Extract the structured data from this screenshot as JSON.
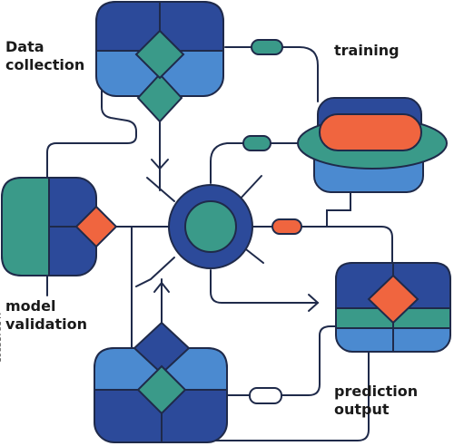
{
  "labels": {
    "data_collection": [
      "Data",
      "collection"
    ],
    "training": "training",
    "model_validation": [
      "model",
      "validation"
    ],
    "prediction_output": [
      "prediction",
      "output"
    ]
  },
  "side_id": "1983178147",
  "colors": {
    "navy": "#2c4a9a",
    "blue": "#4b8ad0",
    "teal": "#3a9a89",
    "orange": "#f0653f",
    "line": "#1f2a4a",
    "white": "#ffffff"
  }
}
